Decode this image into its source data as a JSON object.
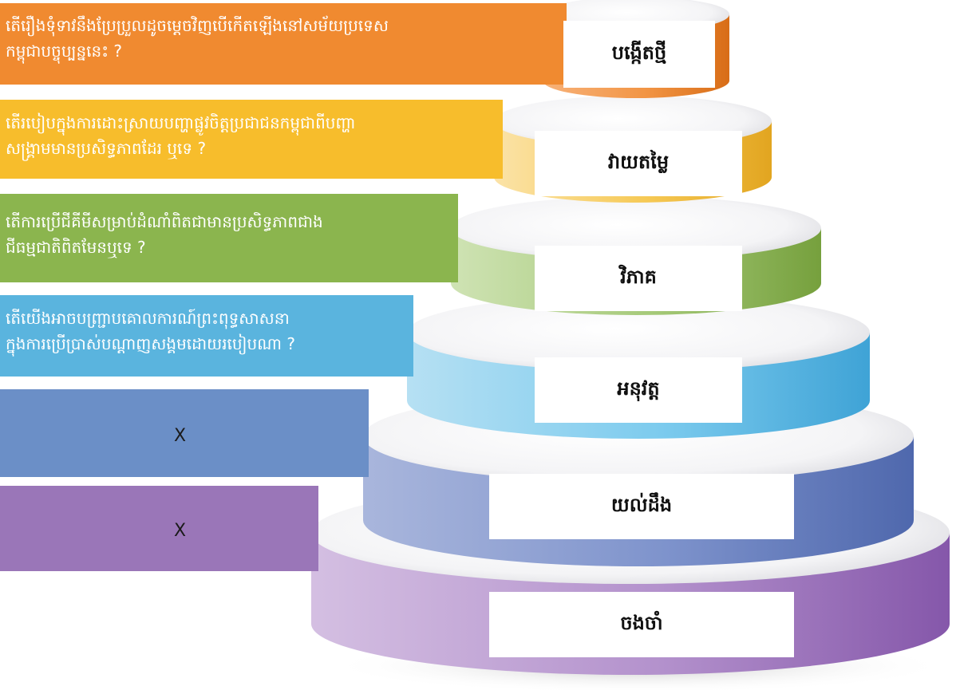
{
  "colors": {
    "create": "#f08a30",
    "evaluate": "#f7bd2c",
    "analyze": "#8bb54e",
    "apply": "#5ab4de",
    "understand": "#6b8fc7",
    "remember": "#9a76b8"
  },
  "levels": [
    {
      "key": "create",
      "label": "បង្កើតថ្មី",
      "question_lines": [
        "តើរឿងទុំទាវនឹងប្រែប្រួលដូចម្តេចវិញបើកើតឡើងនៅសម័យប្រទេស",
        "កម្ពុជាបច្ចុប្បន្ននេះ ?"
      ]
    },
    {
      "key": "evaluate",
      "label": "វាយតម្លៃ",
      "question_lines": [
        "តើរបៀបក្នុងការដោះស្រាយបញ្ហាផ្លូវចិត្តប្រជាជនកម្ពុជាពីបញ្ហា",
        "សង្គ្រាមមានប្រសិទ្ធភាពដែរ ឬទេ ?"
      ]
    },
    {
      "key": "analyze",
      "label": "វិភាគ",
      "question_lines": [
        "តើការប្រើជីគីមីសម្រាប់ដំណាំពិតជាមានប្រសិទ្ធភាពជាង",
        "ជីធម្មជាតិពិតមែនឬទេ ?"
      ]
    },
    {
      "key": "apply",
      "label": "អនុវត្ត",
      "question_lines": [
        "តើយើងអាចបញ្ជ្រាបគោលការណ៍ព្រះពុទ្ធសាសនា",
        "ក្នុងការប្រើប្រាស់បណ្តាញសង្គមដោយរបៀបណា ?"
      ]
    },
    {
      "key": "understand",
      "label": "យល់ដឹង",
      "question_lines": [
        "X"
      ]
    },
    {
      "key": "remember",
      "label": "ចងចាំ",
      "question_lines": [
        "X"
      ]
    }
  ]
}
